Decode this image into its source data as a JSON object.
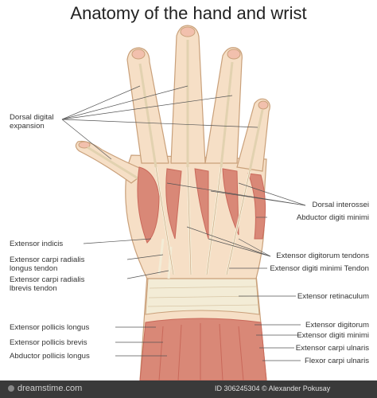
{
  "title": "Anatomy of the hand and wrist",
  "labels_left": {
    "dorsal_digital_expansion": [
      "Dorsal digital",
      "expansion"
    ],
    "extensor_indicis": "Extensor indicis",
    "ecrl_tendon": [
      "Extensor carpi radialis",
      "longus tendon"
    ],
    "ecrb_tendon": [
      "Extensor carpi radialis",
      "lbrevis tendon"
    ],
    "extensor_pollicis_longus": "Extensor pollicis longus",
    "extensor_pollicis_brevis": "Extensor pollicis brevis",
    "abductor_pollicis_longus": "Abductor pollicis longus"
  },
  "labels_right": {
    "dorsal_interossei": "Dorsal interossei",
    "abductor_digiti_minimi": "Abductor digiti minimi",
    "extensor_digitorum_tendons": "Extensor digitorum tendons",
    "extensor_digiti_minimi_tendon": "Extensor digiti minimi Tendon",
    "extensor_retinaculum": "Extensor retinaculum",
    "extensor_digitorum": "Extensor digitorum",
    "extensor_digiti_minimi": "Extensor digiti minimi",
    "extensor_carpi_ulnaris": "Extensor carpi ulnaris",
    "flexor_carpi_ulnaris": "Flexor carpi ulnaris"
  },
  "footer": {
    "logo": "dreamstime.com",
    "id_text": "ID 306245304 © Alexander Pokusay"
  },
  "colors": {
    "skin": "#f6dfc6",
    "outline": "#c9a07a",
    "muscle": "#d98877",
    "muscle_dark": "#c9685a",
    "tendon": "#f3ecd6",
    "nail": "#f2c0ad",
    "leader": "#555555"
  }
}
